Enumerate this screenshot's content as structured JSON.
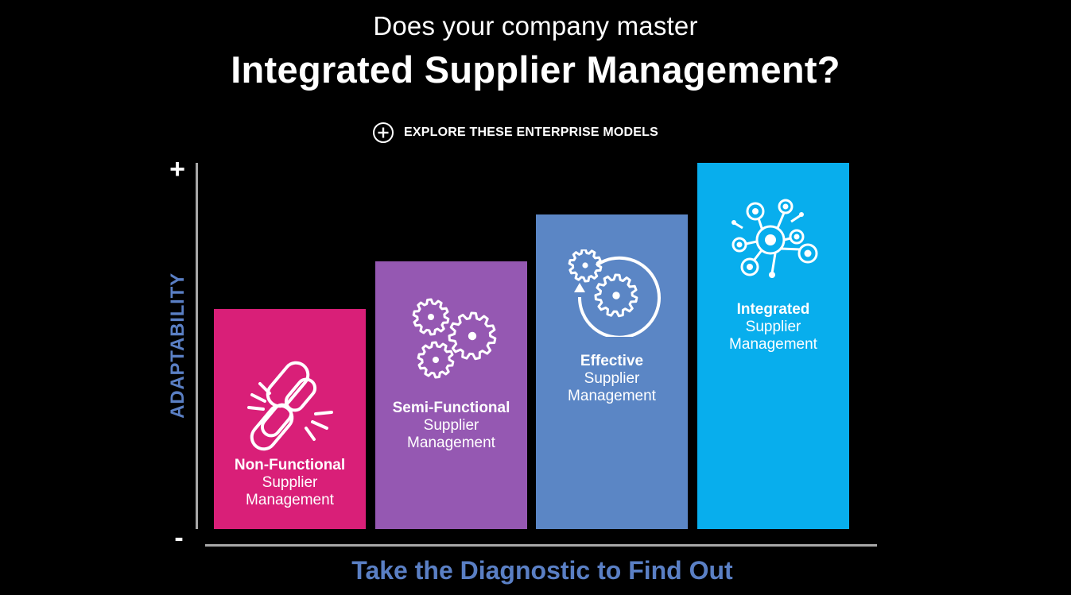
{
  "header": {
    "subtitle": "Does your company master",
    "title": "Integrated Supplier Management?"
  },
  "explore": {
    "icon": "plus-circle-icon",
    "label": "EXPLORE THESE ENTERPRISE MODELS"
  },
  "chart_data": {
    "type": "bar",
    "title": "",
    "ylabel": "ADAPTABILITY",
    "y_max_label": "+",
    "y_min_label": "-",
    "xlabel": "Take the Diagnostic to Find Out",
    "ylim": [
      0,
      100
    ],
    "grid": false,
    "categories": [
      "Non-Functional Supplier Management",
      "Semi-Functional Supplier Management",
      "Effective Supplier Management",
      "Integrated Supplier Management"
    ],
    "values": [
      60,
      73,
      86,
      100
    ],
    "bars": [
      {
        "bold": "Non-Functional",
        "line2": "Supplier",
        "line3": "Management",
        "color": "#d91f78",
        "icon": "broken-chain-icon"
      },
      {
        "bold": "Semi-Functional",
        "line2": "Supplier",
        "line3": "Management",
        "color": "#9558b2",
        "icon": "gears-icon"
      },
      {
        "bold": "Effective",
        "line2": "Supplier",
        "line3": "Management",
        "color": "#5b86c5",
        "icon": "gears-cycle-icon"
      },
      {
        "bold": "Integrated",
        "line2": "Supplier",
        "line3": "Management",
        "color": "#08aeed",
        "icon": "network-nodes-icon"
      }
    ]
  }
}
